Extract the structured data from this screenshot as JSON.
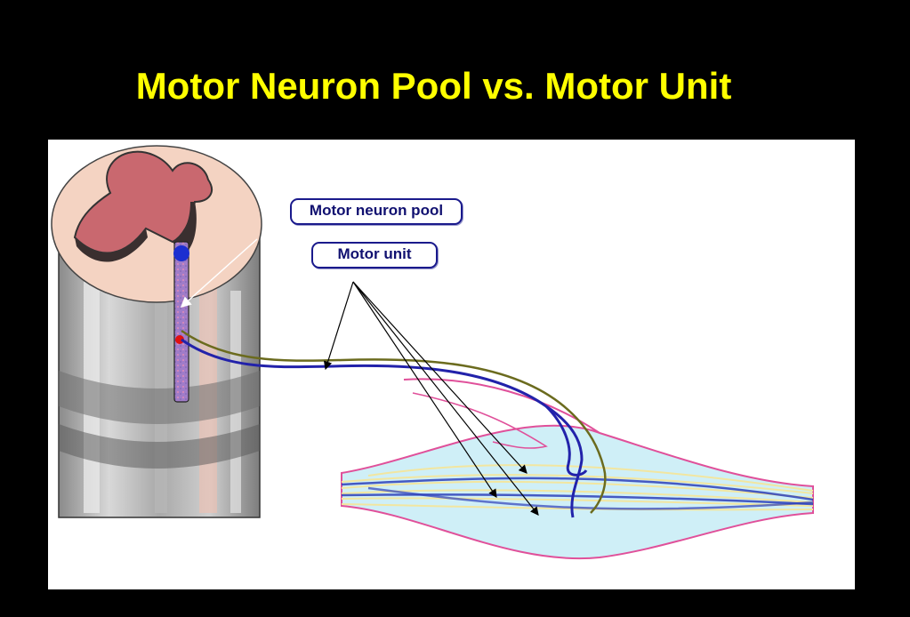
{
  "slide": {
    "title": "Motor Neuron Pool vs. Motor Unit"
  },
  "figure": {
    "labels": {
      "motor_neuron_pool": "Motor neuron pool",
      "motor_unit": "Motor unit"
    },
    "colors": {
      "title": "#ffff00",
      "background": "#000000",
      "motor_unit_axon": "#2222aa",
      "pool_axon": "#6b6b1e",
      "muscle_fill": "#cfeff7",
      "muscle_outline": "#e0509a",
      "muscle_fibers": "#f2e6a0",
      "gray_matter": "#c9686f",
      "white_matter": "#f4d3c2"
    }
  }
}
